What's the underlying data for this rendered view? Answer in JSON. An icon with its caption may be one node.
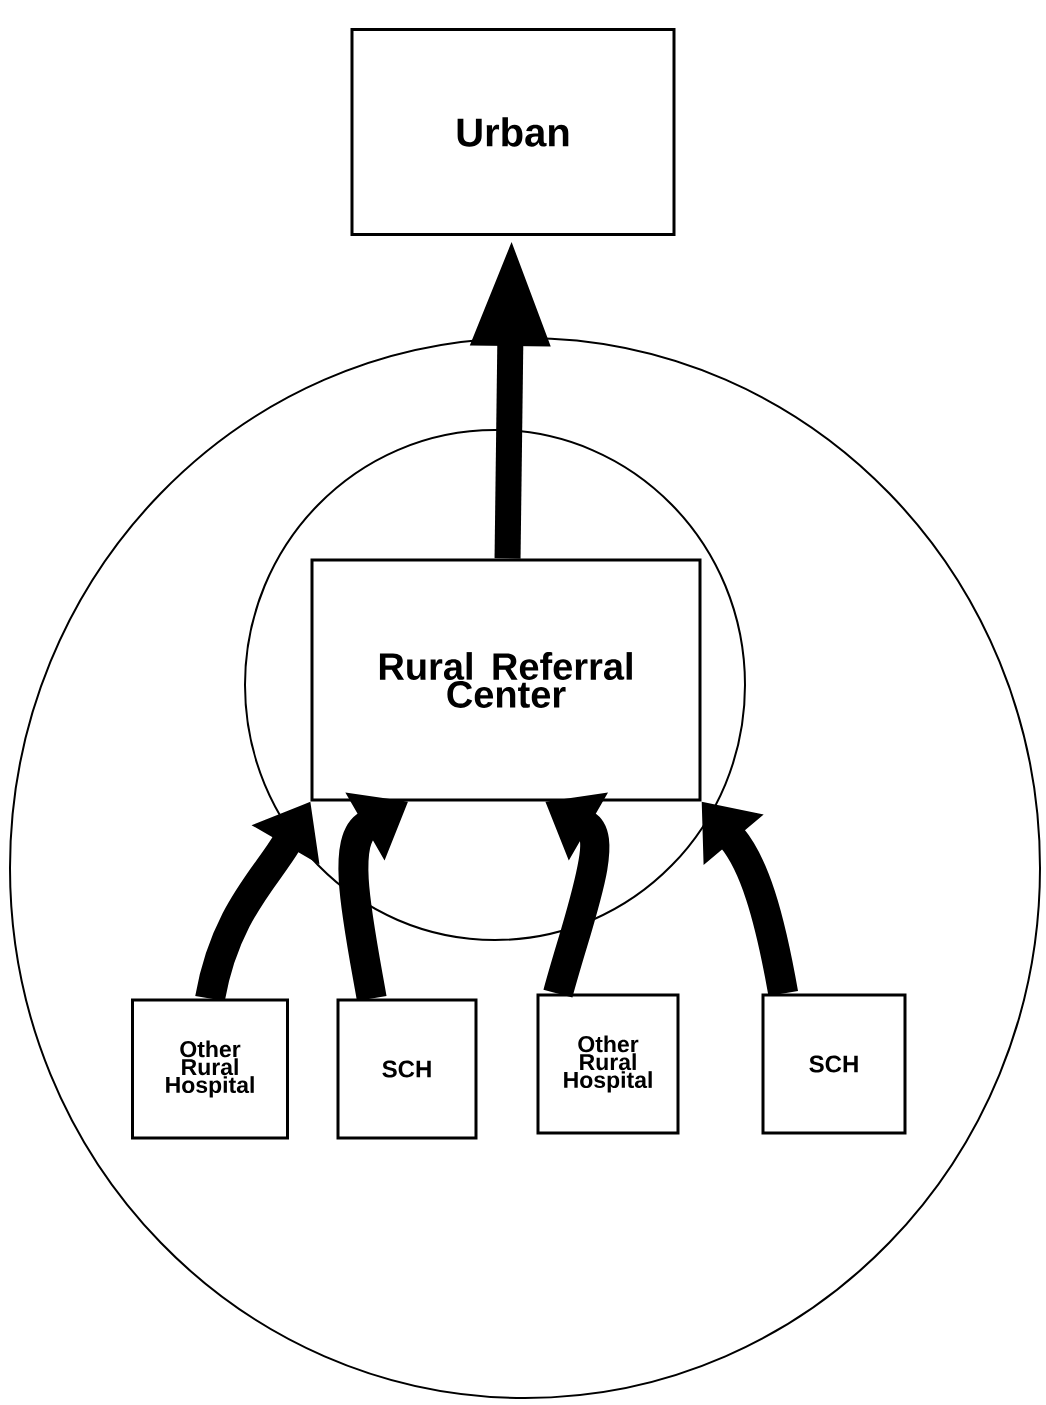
{
  "diagram": {
    "nodes": [
      {
        "text": [
          "Urban"
        ]
      },
      {
        "text": [],
        "shape": "circle"
      },
      {
        "text": [],
        "shape": "circle",
        "in": 1
      },
      {
        "text": [
          "Rural Referral Center"
        ],
        "in": 2
      },
      {
        "text": [
          "Other Rural Hospital"
        ],
        "in": 1
      },
      {
        "text": [
          "SCH"
        ],
        "in": 1
      },
      {
        "text": [
          "Other Rural Hospital"
        ],
        "in": 1
      },
      {
        "text": [
          "SCH"
        ],
        "in": 1
      }
    ],
    "edges": [
      {
        "from": 3,
        "to": 0,
        "arrow": "to"
      },
      {
        "from": 4,
        "to": 3,
        "arrow": "to"
      },
      {
        "from": 5,
        "to": 3,
        "arrow": "to"
      },
      {
        "from": 6,
        "to": 3,
        "arrow": "to"
      },
      {
        "from": 7,
        "to": 3,
        "arrow": "to"
      }
    ]
  }
}
